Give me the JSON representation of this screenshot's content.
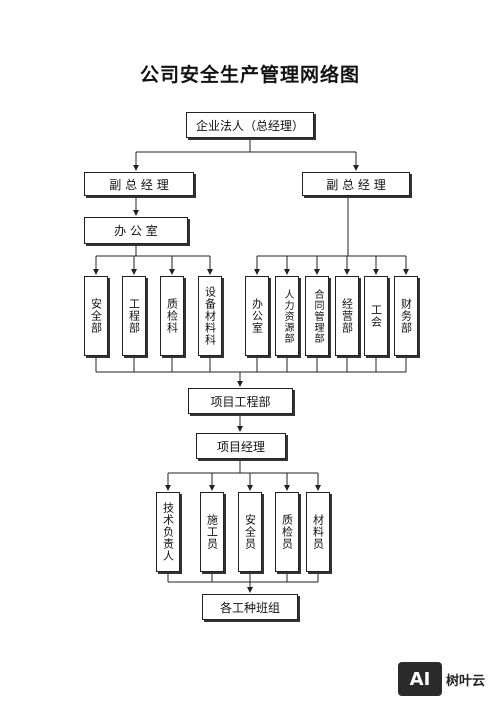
{
  "title": "公司安全生产管理网络图",
  "top": "企业法人（总经理）",
  "vp_left": "副 总 经 理",
  "vp_right": "副 总 经 理",
  "office": "办 公 室",
  "left_depts": [
    "安全部",
    "工程部",
    "质检科",
    "设备材料科"
  ],
  "right_depts": [
    "办公室",
    "人力资源部",
    "合同管理部",
    "经营部",
    "工会",
    "财务部"
  ],
  "project_dept": "项目工程部",
  "project_manager": "项目经理",
  "project_roles": [
    "技术负责人",
    "施工员",
    "安全员",
    "质检员",
    "材料员"
  ],
  "teams": "各工种班组",
  "watermark": {
    "badge": "AI",
    "brand": "树叶云"
  }
}
